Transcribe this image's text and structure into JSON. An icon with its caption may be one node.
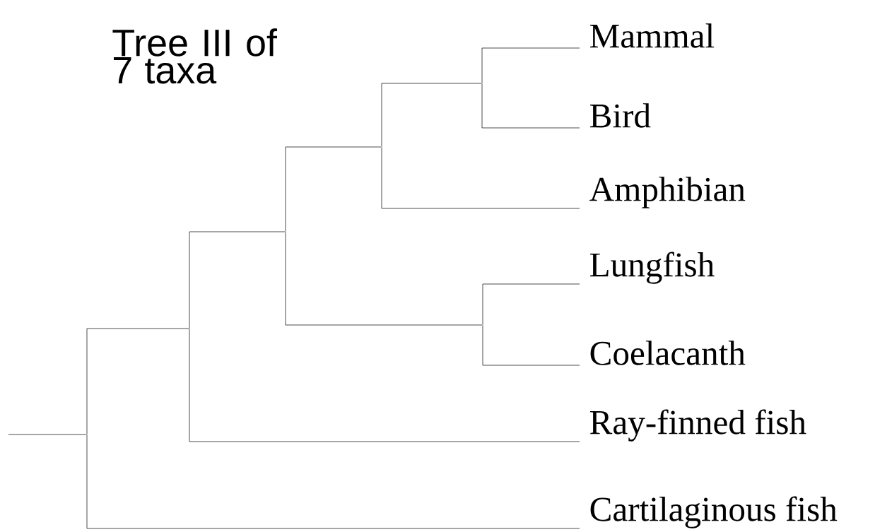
{
  "diagram": {
    "nodes": [
      {
        "text": [
          "Mammal"
        ]
      },
      {
        "text": [
          "Bird"
        ]
      },
      {
        "text": [
          "Amphibian"
        ]
      },
      {
        "text": [
          "Lungfish"
        ]
      },
      {
        "text": [
          "Coelacanth"
        ]
      },
      {
        "text": [
          "Ray-finned fish"
        ]
      },
      {
        "text": [
          "Cartilaginous fish"
        ]
      },
      {
        "text": [],
        "shape": "point"
      },
      {
        "text": [],
        "shape": "point"
      },
      {
        "text": [],
        "shape": "point"
      },
      {
        "text": [],
        "shape": "point"
      },
      {
        "text": [],
        "shape": "point"
      },
      {
        "text": [],
        "shape": "point"
      }
    ],
    "edges": [
      {
        "from": null,
        "to": 7,
        "arrow": "none"
      },
      {
        "from": 7,
        "to": 8,
        "arrow": "none"
      },
      {
        "from": 7,
        "to": 6,
        "arrow": "none"
      },
      {
        "from": 8,
        "to": 9,
        "arrow": "none"
      },
      {
        "from": 8,
        "to": 5,
        "arrow": "none"
      },
      {
        "from": 9,
        "to": 10,
        "arrow": "none"
      },
      {
        "from": 9,
        "to": 12,
        "arrow": "none"
      },
      {
        "from": 10,
        "to": 11,
        "arrow": "none"
      },
      {
        "from": 10,
        "to": 2,
        "arrow": "none"
      },
      {
        "from": 11,
        "to": 0,
        "arrow": "none"
      },
      {
        "from": 11,
        "to": 1,
        "arrow": "none"
      },
      {
        "from": 12,
        "to": 3,
        "arrow": "none"
      },
      {
        "from": 12,
        "to": 4,
        "arrow": "none"
      }
    ],
    "labels": [
      "Tree III of 7 taxa"
    ]
  }
}
